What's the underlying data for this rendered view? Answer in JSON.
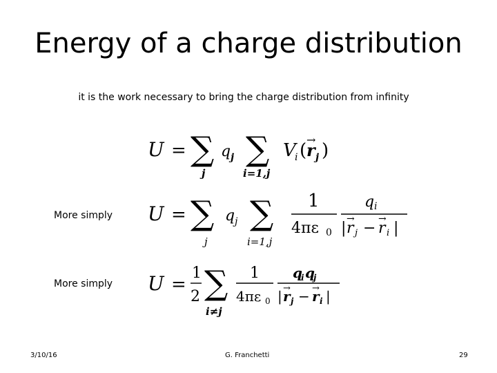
{
  "slide": {
    "title": "Energy of a charge distribution",
    "subtitle": "it is the work necessary to bring the charge distribution from infinity",
    "label_1": "More simply",
    "label_2": "More simply"
  },
  "equations": {
    "eq1": "U = Σ_j q_j Σ_{i=1,j} V_i(r_j)",
    "eq2": "U = Σ_j q_j Σ_{i=1,j} 1/(4πε0) q_i/|r_j − r_i|",
    "eq3": "U = 1/2 Σ_{i≠j} 1/(4πε0) q_i q_j/|r_j − r_i|"
  },
  "footer": {
    "date": "3/10/16",
    "author": "G. Franchetti",
    "page": "29"
  }
}
